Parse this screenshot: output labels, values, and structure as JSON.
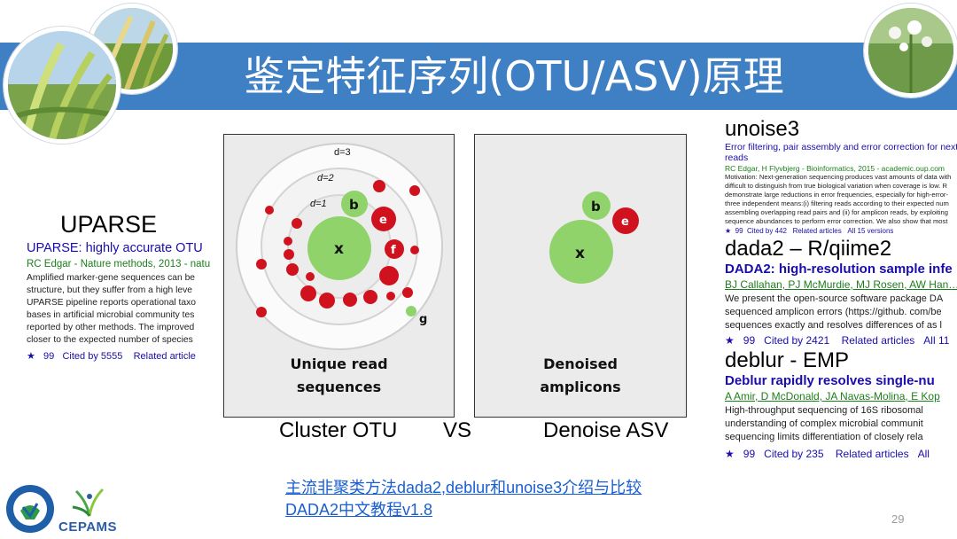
{
  "slide": {
    "title": "鉴定特征序列(OTU/ASV)原理",
    "page_number": "29"
  },
  "uparse": {
    "heading": "UPARSE",
    "title": "UPARSE: highly accurate OTU",
    "author_line": "RC Edgar - Nature methods, 2013 - natu",
    "body": [
      "Amplified marker-gene sequences can be",
      "structure, but they suffer from a high leve",
      "UPARSE pipeline reports operational taxo",
      "bases in artificial microbial community tes",
      "reported by other methods. The improved",
      "closer to the expected number of species"
    ],
    "cited_by": "Cited by 5555",
    "related": "Related article"
  },
  "diagram_left": {
    "labels": {
      "d3": "d=3",
      "d2": "d=2",
      "d1": "d=1",
      "x": "x",
      "b": "b",
      "e": "e",
      "f": "f",
      "g": "g"
    },
    "caption_line1": "Unique read",
    "caption_line2": "sequences"
  },
  "diagram_right": {
    "labels": {
      "x": "x",
      "b": "b",
      "e": "e"
    },
    "caption_line1": "Denoised",
    "caption_line2": "amplicons"
  },
  "compare": {
    "left": "Cluster OTU",
    "vs": "VS",
    "right": "Denoise ASV"
  },
  "unoise3": {
    "heading": "unoise3",
    "title_line1": "Error filtering, pair assembly and error correction for next-",
    "title_line2": "reads",
    "author_line": "RC Edgar, H Flyvbjerg - Bioinformatics, 2015 - academic.oup.com",
    "body": [
      "Motivation: Next-generation sequencing produces vast amounts of data with",
      "difficult to distinguish from true biological variation when coverage is low. R",
      "demonstrate large reductions in error frequencies, especially for high-error-",
      "three independent means:(i) filtering reads according to their expected num",
      "assembling overlapping read pairs and (ii) for amplicon reads, by exploiting",
      "sequence abundances to perform error correction. We also show that most"
    ],
    "cited_by": "Cited by 442",
    "related": "Related articles",
    "versions": "All 15 versions"
  },
  "dada2": {
    "heading": "dada2 – R/qiime2",
    "title": "DADA2: high-resolution sample infe",
    "author_line": "BJ Callahan, PJ McMurdie, MJ Rosen, AW Han…",
    "body": [
      "We present the open-source software package DA",
      "sequenced amplicon errors (https://github. com/be",
      "sequences exactly and resolves differences of as l"
    ],
    "cited_by": "Cited by 2421",
    "related": "Related articles",
    "versions": "All 11"
  },
  "deblur": {
    "heading": "deblur - EMP",
    "title": "Deblur rapidly resolves single-nu",
    "author_line": "A Amir, D McDonald, JA Navas-Molina, E Kop",
    "body": [
      "High-throughput sequencing of 16S ribosomal",
      "understanding of complex microbial communit",
      "sequencing limits differentiation of closely rela"
    ],
    "cited_by": "Cited by 235",
    "related": "Related articles",
    "versions": "All"
  },
  "links": [
    "主流非聚类方法dada2,deblur和unoise3介绍与比较",
    "DADA2中文教程v1.8"
  ],
  "logo": {
    "text": "CEPAMS"
  },
  "icons": {
    "star": "★",
    "quote": "99"
  },
  "colors": {
    "banner": "#3f7fc4",
    "green_dot": "#8fd36a",
    "red_dot": "#d0121f",
    "link": "#1a5fd1"
  }
}
